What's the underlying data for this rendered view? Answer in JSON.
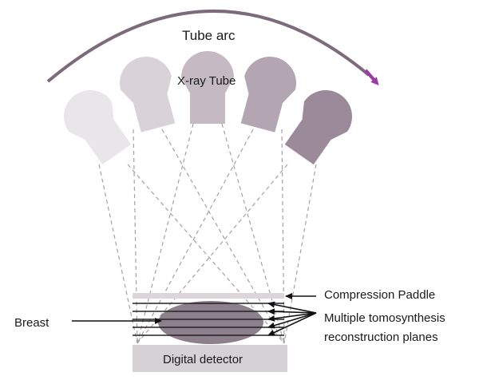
{
  "labels": {
    "tube_arc": "Tube arc",
    "xray_tube": "X-ray Tube",
    "compression_paddle": "Compression Paddle",
    "reconstruction_planes_line1": "Multiple tomosynthesis",
    "reconstruction_planes_line2": "reconstruction planes",
    "breast": "Breast",
    "digital_detector": "Digital detector"
  },
  "colors": {
    "arc": "#7d6b7c",
    "arc_arrow": "#9b3aa8",
    "tube_shades": [
      "#e9e6e9",
      "#d9d2d8",
      "#c5b9c4",
      "#b3a5b2",
      "#9b8a99"
    ],
    "ray": "#a99ea8",
    "breast": "#8e7f8c",
    "paddle": "#dcd5da",
    "detector": "#d6d1d5",
    "plane_line": "#222222"
  },
  "icons": {
    "tube": "xray-tube-icon",
    "arrow": "arrow-icon"
  }
}
